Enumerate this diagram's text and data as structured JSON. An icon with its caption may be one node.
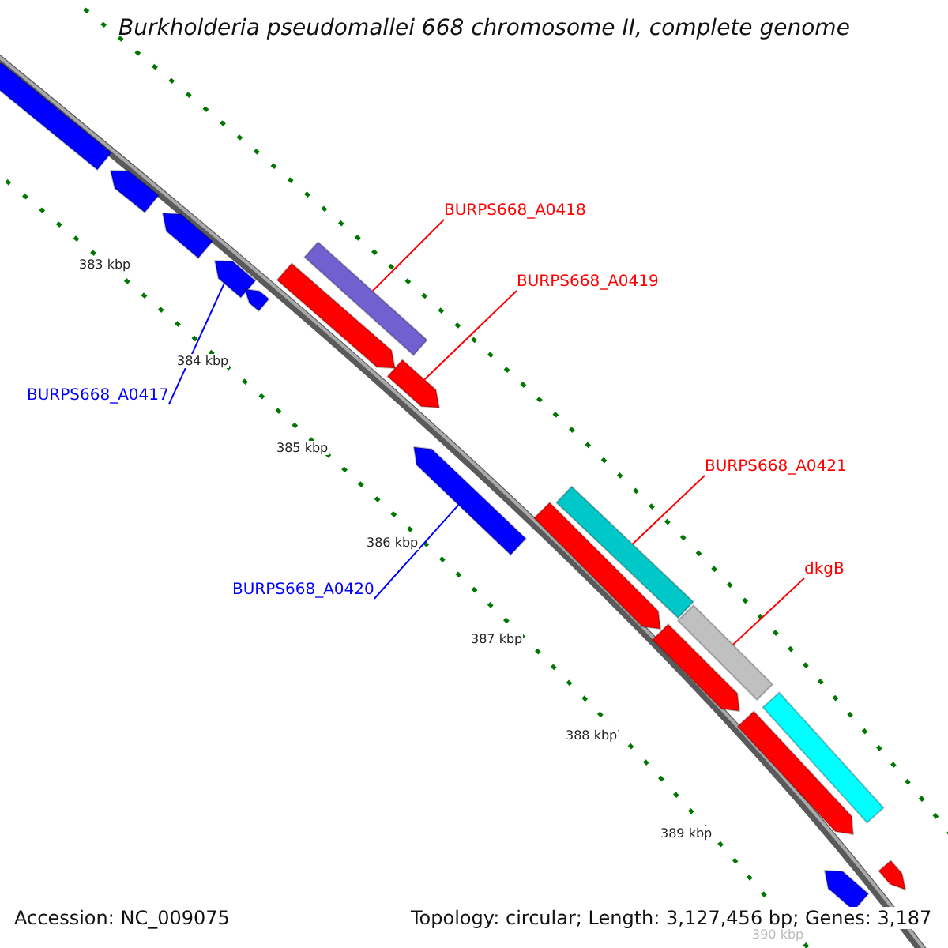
{
  "diagram": {
    "title": "Burkholderia pseudomallei 668 chromosome II, complete genome",
    "nodes": [
      {
        "text": [
          "BURPS668_A0418"
        ]
      },
      {
        "text": [
          "BURPS668_A0419"
        ]
      },
      {
        "text": [
          "BURPS668_A0417"
        ]
      },
      {
        "text": [
          "BURPS668_A0421"
        ]
      },
      {
        "text": [
          "dkgB"
        ]
      },
      {
        "text": [
          "BURPS668_A0420"
        ]
      },
      {
        "text": [],
        "shape": "bar"
      },
      {
        "text": [],
        "shape": "bar"
      },
      {
        "text": [],
        "shape": "bar"
      },
      {
        "text": [],
        "shape": "bar"
      },
      {
        "text": [],
        "shape": "bar"
      },
      {
        "text": [],
        "shape": "bar"
      },
      {
        "text": [],
        "shape": "bar"
      },
      {
        "text": [],
        "shape": "bar"
      },
      {
        "text": [],
        "shape": "bar"
      },
      {
        "text": [],
        "shape": "bar"
      },
      {
        "text": [],
        "shape": "bar"
      },
      {
        "text": [],
        "shape": "bar"
      },
      {
        "text": [],
        "shape": "bar"
      },
      {
        "text": [],
        "shape": "bar"
      },
      {
        "text": [],
        "shape": "bar"
      },
      {
        "text": [],
        "shape": "bar"
      },
      {
        "text": [],
        "shape": "bar"
      }
    ],
    "edges": [
      {
        "from": 0,
        "to": 9,
        "arrow": "none"
      },
      {
        "from": 1,
        "to": 13,
        "arrow": "none"
      },
      {
        "from": 2,
        "to": 10,
        "arrow": "none",
        "color": "#0000ff"
      },
      {
        "from": 3,
        "to": 15,
        "arrow": "none"
      },
      {
        "from": 4,
        "to": 17,
        "arrow": "none"
      },
      {
        "from": 5,
        "to": 14,
        "arrow": "none",
        "color": "#0000ff"
      }
    ],
    "labels": [
      "383 kbp",
      "384 kbp",
      "385 kbp",
      "386 kbp",
      "387 kbp",
      "388 kbp",
      "389 kbp",
      "390 kbp",
      "Accession: NC_009075",
      "Topology: circular; Length: 3,127,456 bp; Genes: 3,187"
    ]
  }
}
